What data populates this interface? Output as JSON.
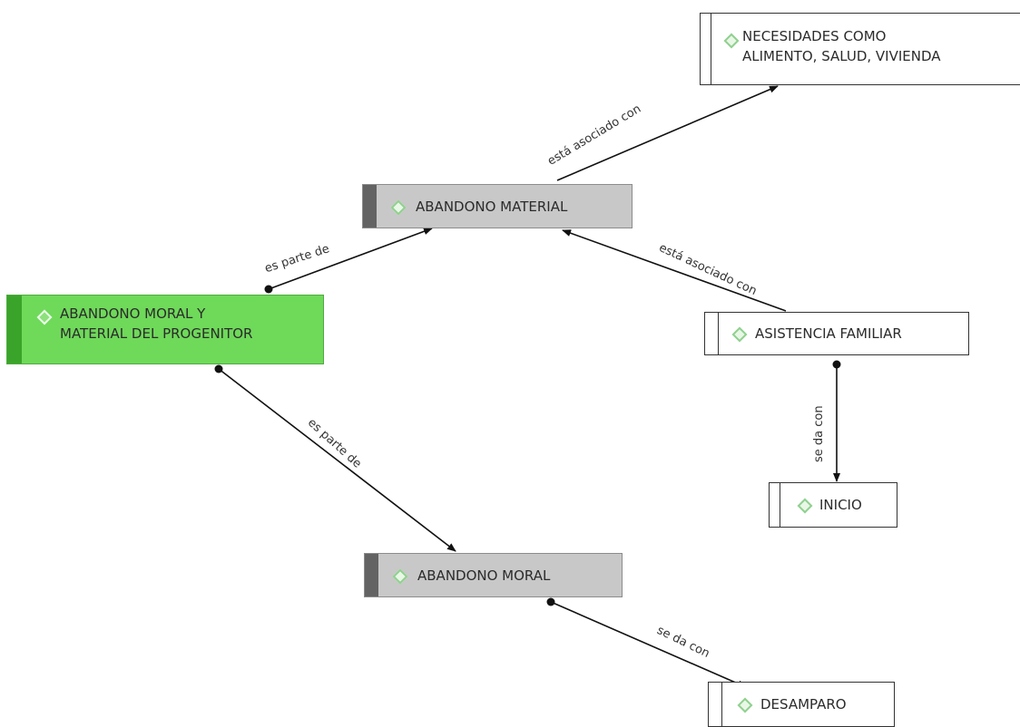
{
  "nodes": {
    "necesidades": "NECESIDADES COMO\nALIMENTO, SALUD, VIVIENDA",
    "abandono_material": "ABANDONO MATERIAL",
    "progenitor": "ABANDONO MORAL Y\nMATERIAL DEL PROGENITOR",
    "asistencia": "ASISTENCIA FAMILIAR",
    "inicio": "INICIO",
    "abandono_moral": "ABANDONO MORAL",
    "desamparo": "DESAMPARO"
  },
  "edges": {
    "material_necesidades": "está asociado con",
    "progenitor_material": "es parte de",
    "asistencia_material": "está asociado con",
    "asistencia_inicio": "se da con",
    "progenitor_moral": "es parte de",
    "moral_desamparo": "se da con"
  },
  "colors": {
    "root_fill": "#6fd95a",
    "gray_fill": "#c8c8c8",
    "concept_icon": "#8fd08f"
  },
  "icons": {
    "concept": "diamond-icon"
  }
}
